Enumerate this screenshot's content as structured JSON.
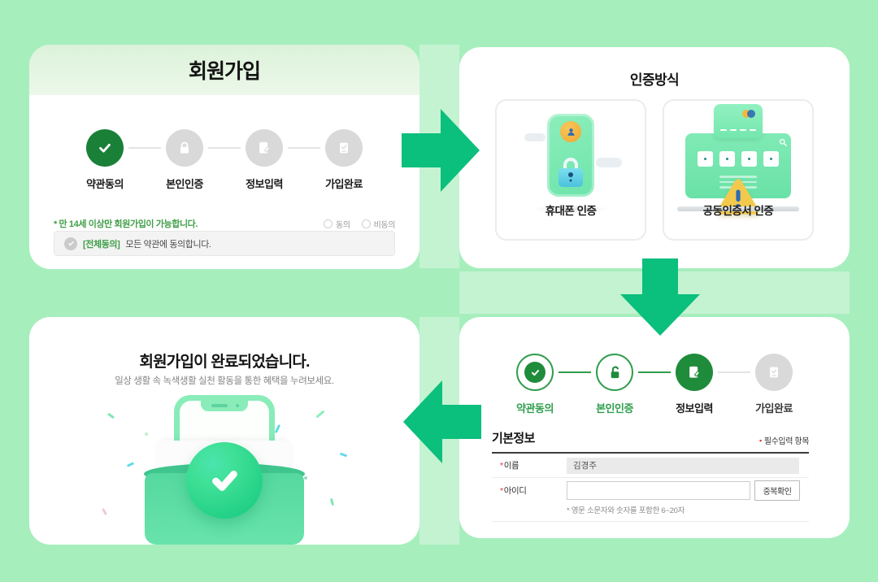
{
  "panel_signup": {
    "title": "회원가입",
    "steps": [
      {
        "label": "약관동의"
      },
      {
        "label": "본인인증"
      },
      {
        "label": "정보입력"
      },
      {
        "label": "가입완료"
      }
    ],
    "notice_mark": "*",
    "notice": "만 14세 이상만 회원가입이 가능합니다.",
    "radios": [
      {
        "label": "동의"
      },
      {
        "label": "비동의"
      }
    ],
    "all_agree_bracket": "[전체동의]",
    "all_agree_text": "모든 약관에 동의합니다."
  },
  "panel_auth": {
    "title": "인증방식",
    "cards": [
      {
        "label": "휴대폰 인증"
      },
      {
        "label": "공동인증서 인증"
      }
    ]
  },
  "panel_form": {
    "steps": [
      {
        "label": "약관동의"
      },
      {
        "label": "본인인증"
      },
      {
        "label": "정보입력"
      },
      {
        "label": "가입완료"
      }
    ],
    "section_title": "기본정보",
    "required_bullet": "▪",
    "required_note": "필수입력 항목",
    "required_mark": "*",
    "name_label": "이름",
    "name_value": "김경주",
    "id_label": "아이디",
    "id_value": "",
    "check_button": "중복확인",
    "id_hint": "* 영문 소문자와 숫자를 포함한 6~20자"
  },
  "panel_done": {
    "title": "회원가입이 완료되었습니다.",
    "subtitle": "일상 생활 속 녹색생활 실천 활동을 통한 혜택을 누려보세요."
  },
  "colors": {
    "background": "#a7eebd",
    "arrow_green": "#0bbf7d",
    "step_dark_green": "#1a8038",
    "step_green": "#1f8c3b",
    "accent_green_text": "#3f9e47",
    "inactive_gray": "#d9d9d9",
    "required_red": "#e03131"
  }
}
